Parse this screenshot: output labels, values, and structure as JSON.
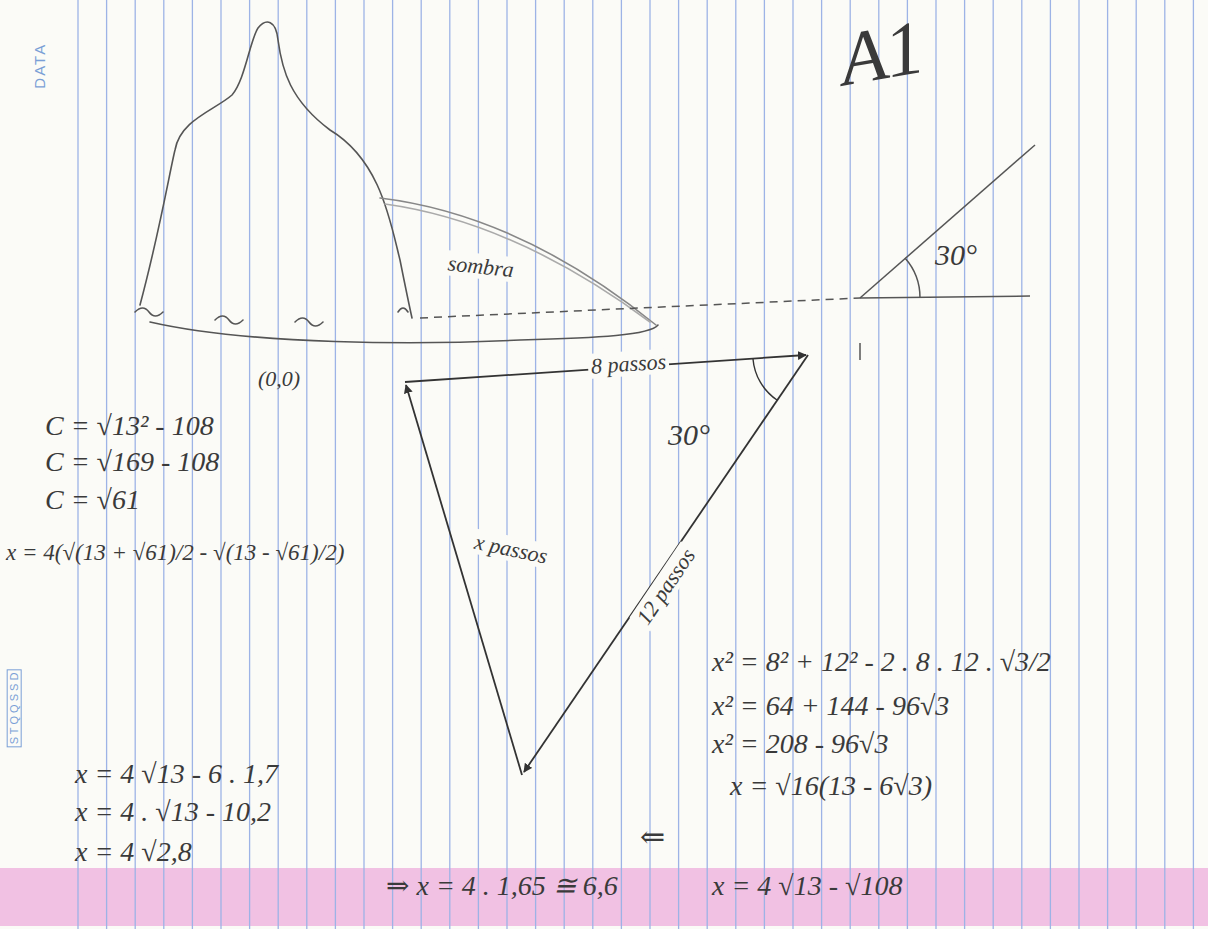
{
  "diagram": {
    "labels": [
      "DATA",
      "A1",
      "sombra",
      "30°",
      "(0,0)",
      "8 passos",
      "30°",
      "x passos",
      "12 passos",
      "C = √13² - 108",
      "C = √169 - 108",
      "C = √61",
      "x = 4(√(13 + √61)/2 - √(13 - √61)/2)",
      "x² = 8² + 12² - 2 . 8 . 12 . √3/2",
      "x² = 64 + 144 - 96√3",
      "x² = 208 - 96√3",
      "x = √16(13 - 6√3)",
      "S T Q Q S S D",
      "x = 4 √13 - 6 . 1,7",
      "x = 4 . √13 - 10,2",
      "x = 4 √2,8",
      "⇒ x = 4 . 1,65 ≅ 6,6",
      "⇐",
      "x = 4 √13 - √108"
    ]
  }
}
